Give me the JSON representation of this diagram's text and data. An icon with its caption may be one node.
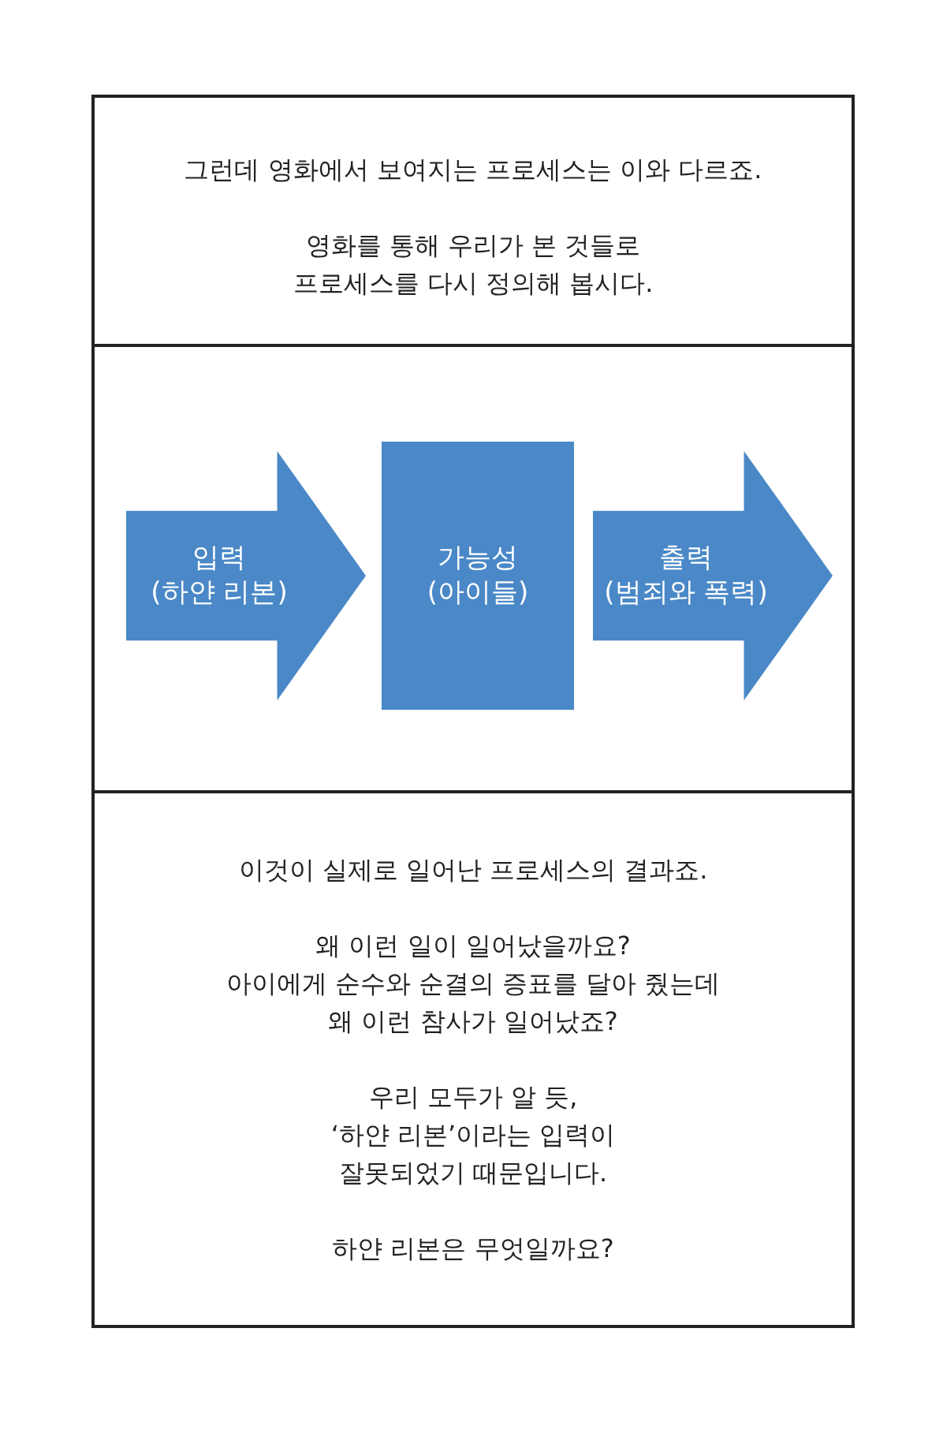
{
  "diagram": {
    "nodes": [
      {
        "text": [
          "그런데 영화에서 보여지는 프로세스는 이와 다르죠.",
          "영화를 통해 우리가 본 것들로 프로세스를 다시 정의해 봅시다."
        ]
      },
      {
        "text": [],
        "shape": "box"
      },
      {
        "text": [
          "입력 (하얀 리본)"
        ],
        "in": 1
      },
      {
        "text": [
          "가능성 (아이들)"
        ],
        "in": 1
      },
      {
        "text": [
          "출력 (범죄와 폭력)"
        ],
        "in": 1
      },
      {
        "text": [
          "이것이 실제로 일어난 프로세스의 결과죠.",
          "왜 이런 일이 일어났을까요? 아이에게 순수와 순결의 증표를 달아 줬는데 왜 이런 참사가 일어났죠?",
          "우리 모두가 알 듯, ‘하얀 리본’이라는 입력이 잘못되었기 때문입니다.",
          "하얀 리본은 무엇일까요?"
        ]
      }
    ]
  }
}
